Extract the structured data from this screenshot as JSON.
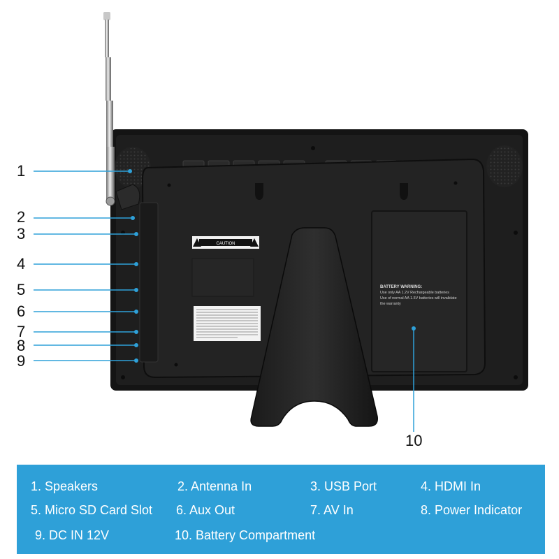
{
  "callouts": [
    "1",
    "2",
    "3",
    "4",
    "5",
    "6",
    "7",
    "8",
    "9",
    "10"
  ],
  "legend": {
    "items": [
      "1. Speakers",
      "2. Antenna In",
      "3. USB Port",
      "4. HDMI In",
      "5. Micro SD Card Slot",
      "6. Aux Out",
      "7. AV In",
      "8. Power Indicator",
      "9. DC IN 12V",
      "10. Battery Compartment"
    ]
  },
  "labels": {
    "caution": "CAUTION",
    "battery_warning_title": "BATTERY WARNING:",
    "battery_warning_lines": [
      "Use only AA 1.2V Rechargeable batteries",
      "Use of normal AA 1.5V batteries will invalidate",
      "the warranty"
    ]
  },
  "colors": {
    "legend_background": "#2ea0d8",
    "device_body": "#1a1a1a",
    "callout_line": "#2ea0d8"
  }
}
